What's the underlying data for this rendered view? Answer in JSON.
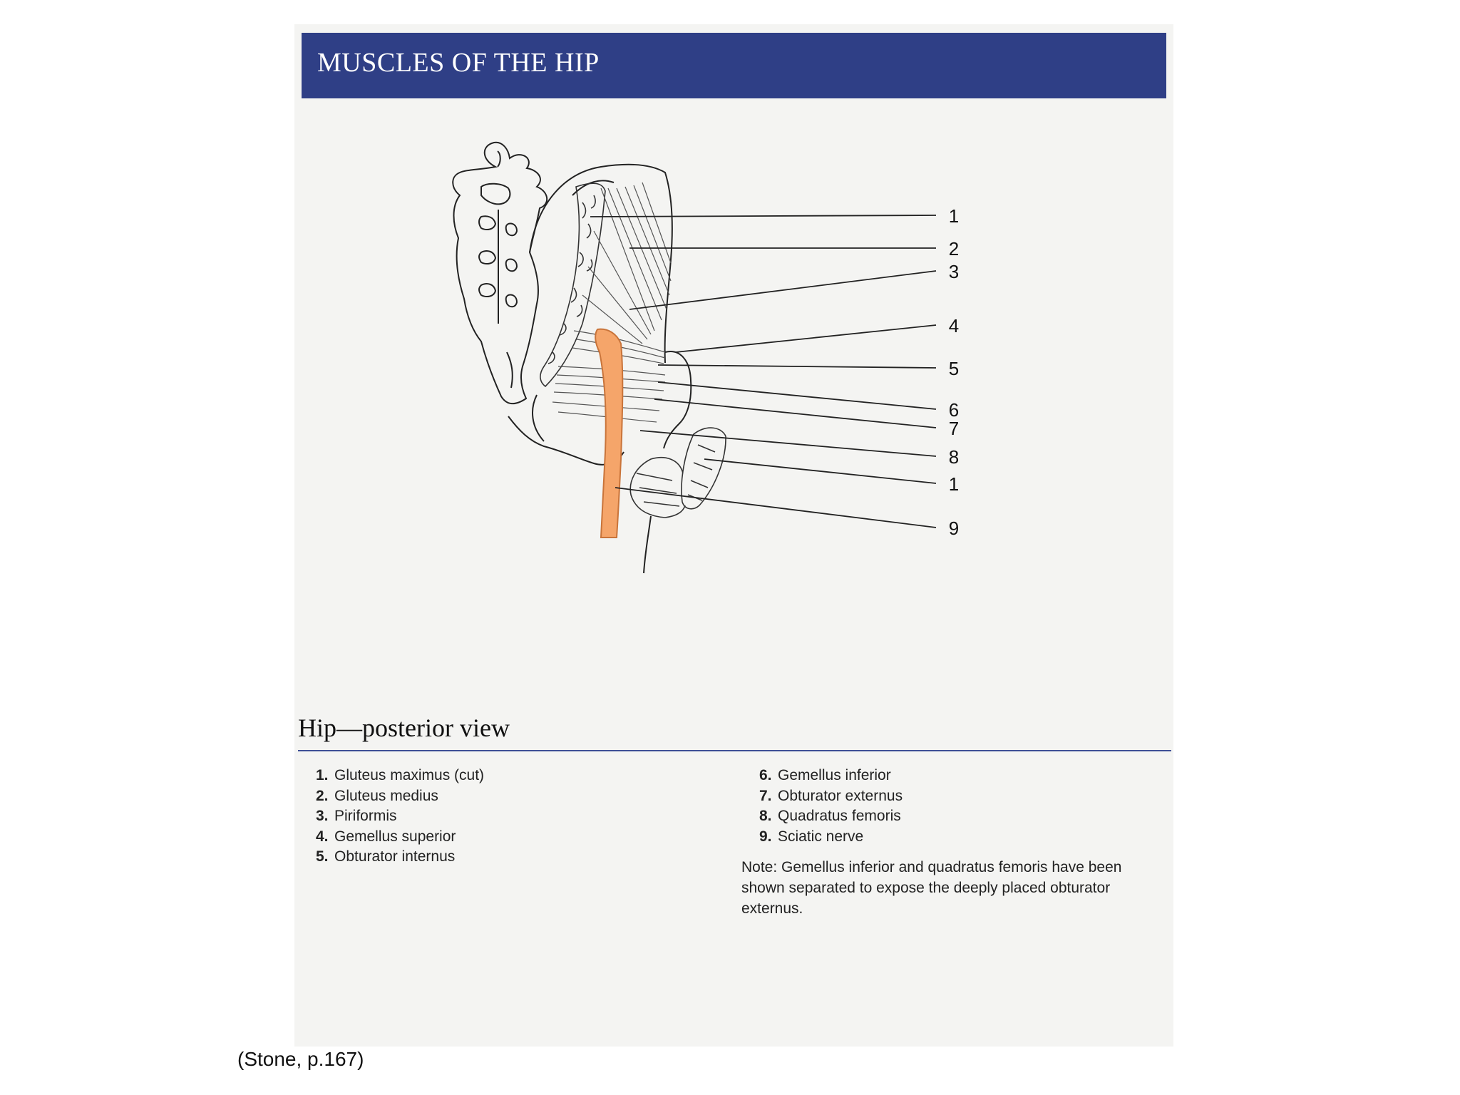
{
  "title": "MUSCLES OF THE HIP",
  "figure_heading": "Hip—posterior view",
  "callouts": [
    "1",
    "2",
    "3",
    "4",
    "5",
    "6",
    "7",
    "8",
    "1",
    "9"
  ],
  "legend_left": [
    {
      "num": "1.",
      "label": "Gluteus maximus (cut)"
    },
    {
      "num": "2.",
      "label": "Gluteus medius"
    },
    {
      "num": "3.",
      "label": "Piriformis"
    },
    {
      "num": "4.",
      "label": "Gemellus superior"
    },
    {
      "num": "5.",
      "label": "Obturator internus"
    }
  ],
  "legend_right": [
    {
      "num": "6.",
      "label": "Gemellus inferior"
    },
    {
      "num": "7.",
      "label": "Obturator externus"
    },
    {
      "num": "8.",
      "label": "Quadratus femoris"
    },
    {
      "num": "9.",
      "label": "Sciatic nerve"
    }
  ],
  "note": "Note: Gemellus inferior and quadratus femoris have been shown separated to expose the deeply placed obturator externus.",
  "citation": "(Stone, p.167)",
  "colors": {
    "banner": "#2f3f86",
    "rule": "#3d4f96",
    "nerve": "#f5a56a",
    "nerve_outline": "#c9743a",
    "page": "#f4f4f2"
  }
}
